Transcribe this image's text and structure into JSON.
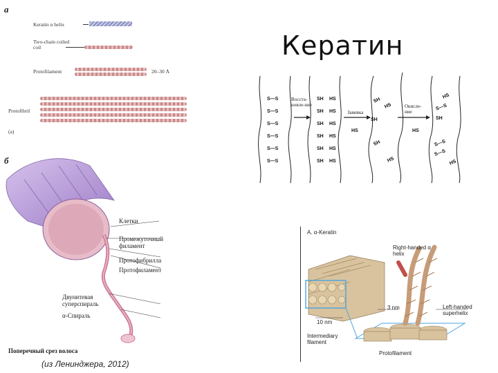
{
  "title": "Кератин",
  "credit": "(из Ленинджера, 2012)",
  "panel_a": {
    "letter": "а",
    "labels": {
      "alpha_helix": "Keratin α helix",
      "coiled_coil": "Two-chain coiled coil",
      "protofilament": "Protofilament",
      "dim": "20–30 Å",
      "protofibril": "Protofibril",
      "sub": "(a)"
    }
  },
  "panel_b": {
    "letter": "б",
    "labels": {
      "cells": "Клетки",
      "intermediate": "Промежуточный филамент",
      "protofibril": "Протофибрилла",
      "protofilament": "Протофиламент",
      "supercoil": "Двунитевая суперспираль",
      "alpha_spiral": "α-Спираль"
    },
    "caption": "Поперечный срез волоса"
  },
  "chem": {
    "ss": "S—S",
    "sh": "SH",
    "hs": "HS",
    "reduction": "Восста-новле-ние",
    "curling": "Завивка",
    "oxidation": "Окисле-ние"
  },
  "panel_c": {
    "title": "A. α-Keratin",
    "right_helix": "Right-handed α helix",
    "dim1": "3 nm",
    "dim2": "10 nm",
    "left_superhelix": "Left-handed superhelix",
    "intermediary": "Intermediary filament",
    "protofilament": "Protofilament",
    "colors": {
      "fiber": "#d9c39e",
      "box": "#4aa3df",
      "strand": "#c79c78"
    }
  }
}
